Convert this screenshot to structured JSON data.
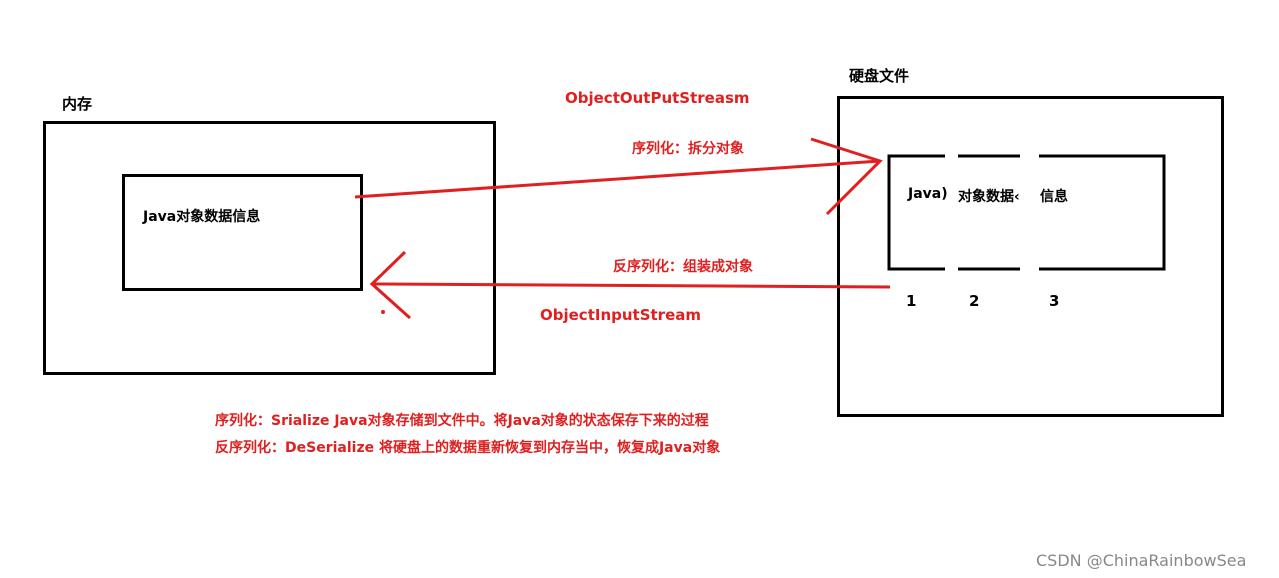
{
  "memory": {
    "title": "内存",
    "inner_label": "Java对象数据信息"
  },
  "disk": {
    "title": "硬盘文件",
    "segments": [
      "Java)",
      "对象数据‹",
      "信息"
    ],
    "numbers": [
      "1",
      "2",
      "3"
    ]
  },
  "arrows": {
    "serialize_stream": "ObjectOutPutStreasm",
    "serialize_desc": "序列化：拆分对象",
    "deserialize_desc": "反序列化：组装成对象",
    "deserialize_stream": "ObjectInputStream"
  },
  "notes": {
    "serialize": "序列化：Srialize Java对象存储到文件中。将Java对象的状态保存下来的过程",
    "deserialize": "反序列化：DeSerialize 将硬盘上的数据重新恢复到内存当中，恢复成Java对象"
  },
  "colors": {
    "arrow": "#e02020",
    "box": "#000000"
  },
  "watermark": "CSDN @ChinaRainbowSea"
}
